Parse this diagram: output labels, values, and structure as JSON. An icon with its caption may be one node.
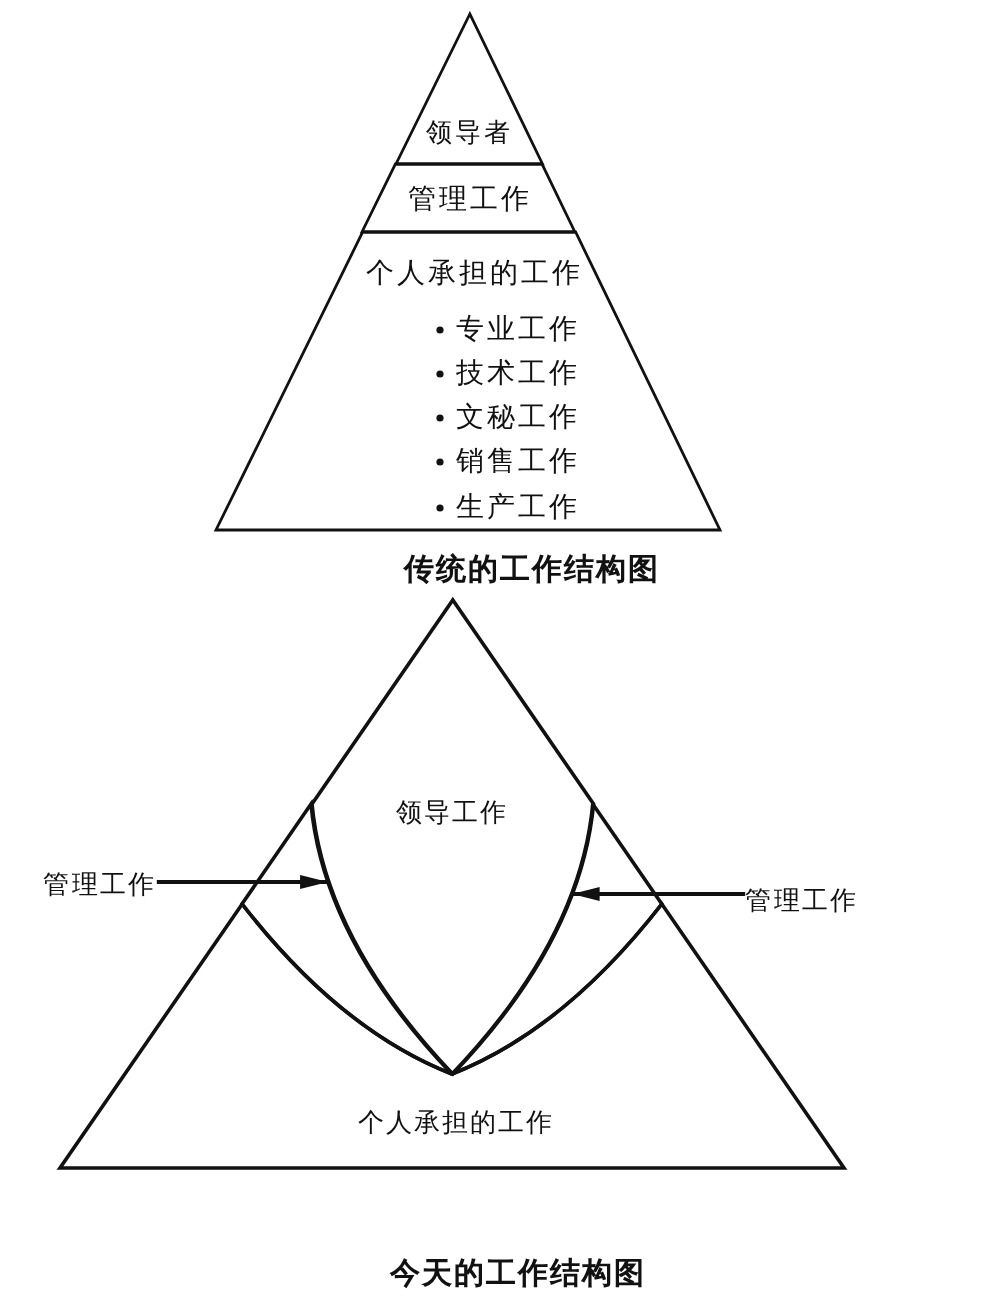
{
  "diagram": {
    "nodes": [
      {
        "text": [
          "领导者"
        ]
      },
      {
        "text": [
          "管理工作"
        ]
      },
      {
        "text": [
          "个人承担的工作",
          "专业工作",
          "技术工作",
          "文秘工作",
          "销售工作",
          "生产工作"
        ]
      },
      {
        "text": [
          "领导工作"
        ]
      },
      {
        "text": [
          "管理工作"
        ]
      },
      {
        "text": [],
        "shape": "band"
      },
      {
        "text": [],
        "shape": "band"
      },
      {
        "text": [
          "管理工作"
        ]
      },
      {
        "text": [
          "个人承担的工作"
        ]
      }
    ],
    "edges": [
      {
        "from": 4,
        "to": 5,
        "arrow": "to"
      },
      {
        "from": 7,
        "to": 6,
        "arrow": "to"
      }
    ],
    "labels": [
      "传统的工作结构图",
      "今天的工作结构图"
    ]
  }
}
